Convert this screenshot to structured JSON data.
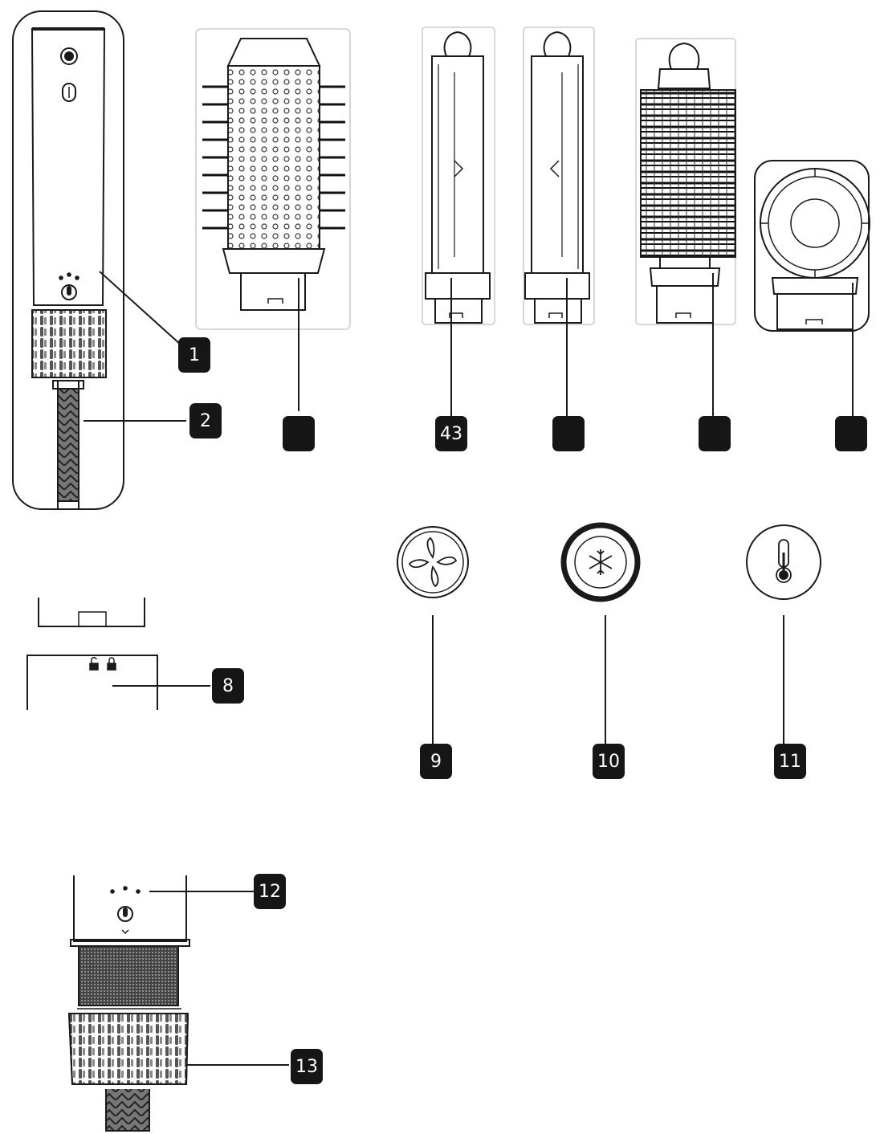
{
  "labels": {
    "l1": "1",
    "l2": "2",
    "l3": "",
    "l4": "43",
    "l5": "",
    "l6": "",
    "l7": "",
    "l8": "8",
    "l9": "9",
    "l10": "10",
    "l11": "11",
    "l12": "12",
    "l13": "13"
  },
  "colors": {
    "stroke": "#1a1a1a",
    "label_bg": "#161616",
    "label_text": "#ffffff"
  },
  "icons": {
    "fan": "fan-icon",
    "cold": "snowflake-icon",
    "temperature": "thermometer-icon",
    "lock": "lock-icon",
    "unlock": "unlock-icon"
  }
}
